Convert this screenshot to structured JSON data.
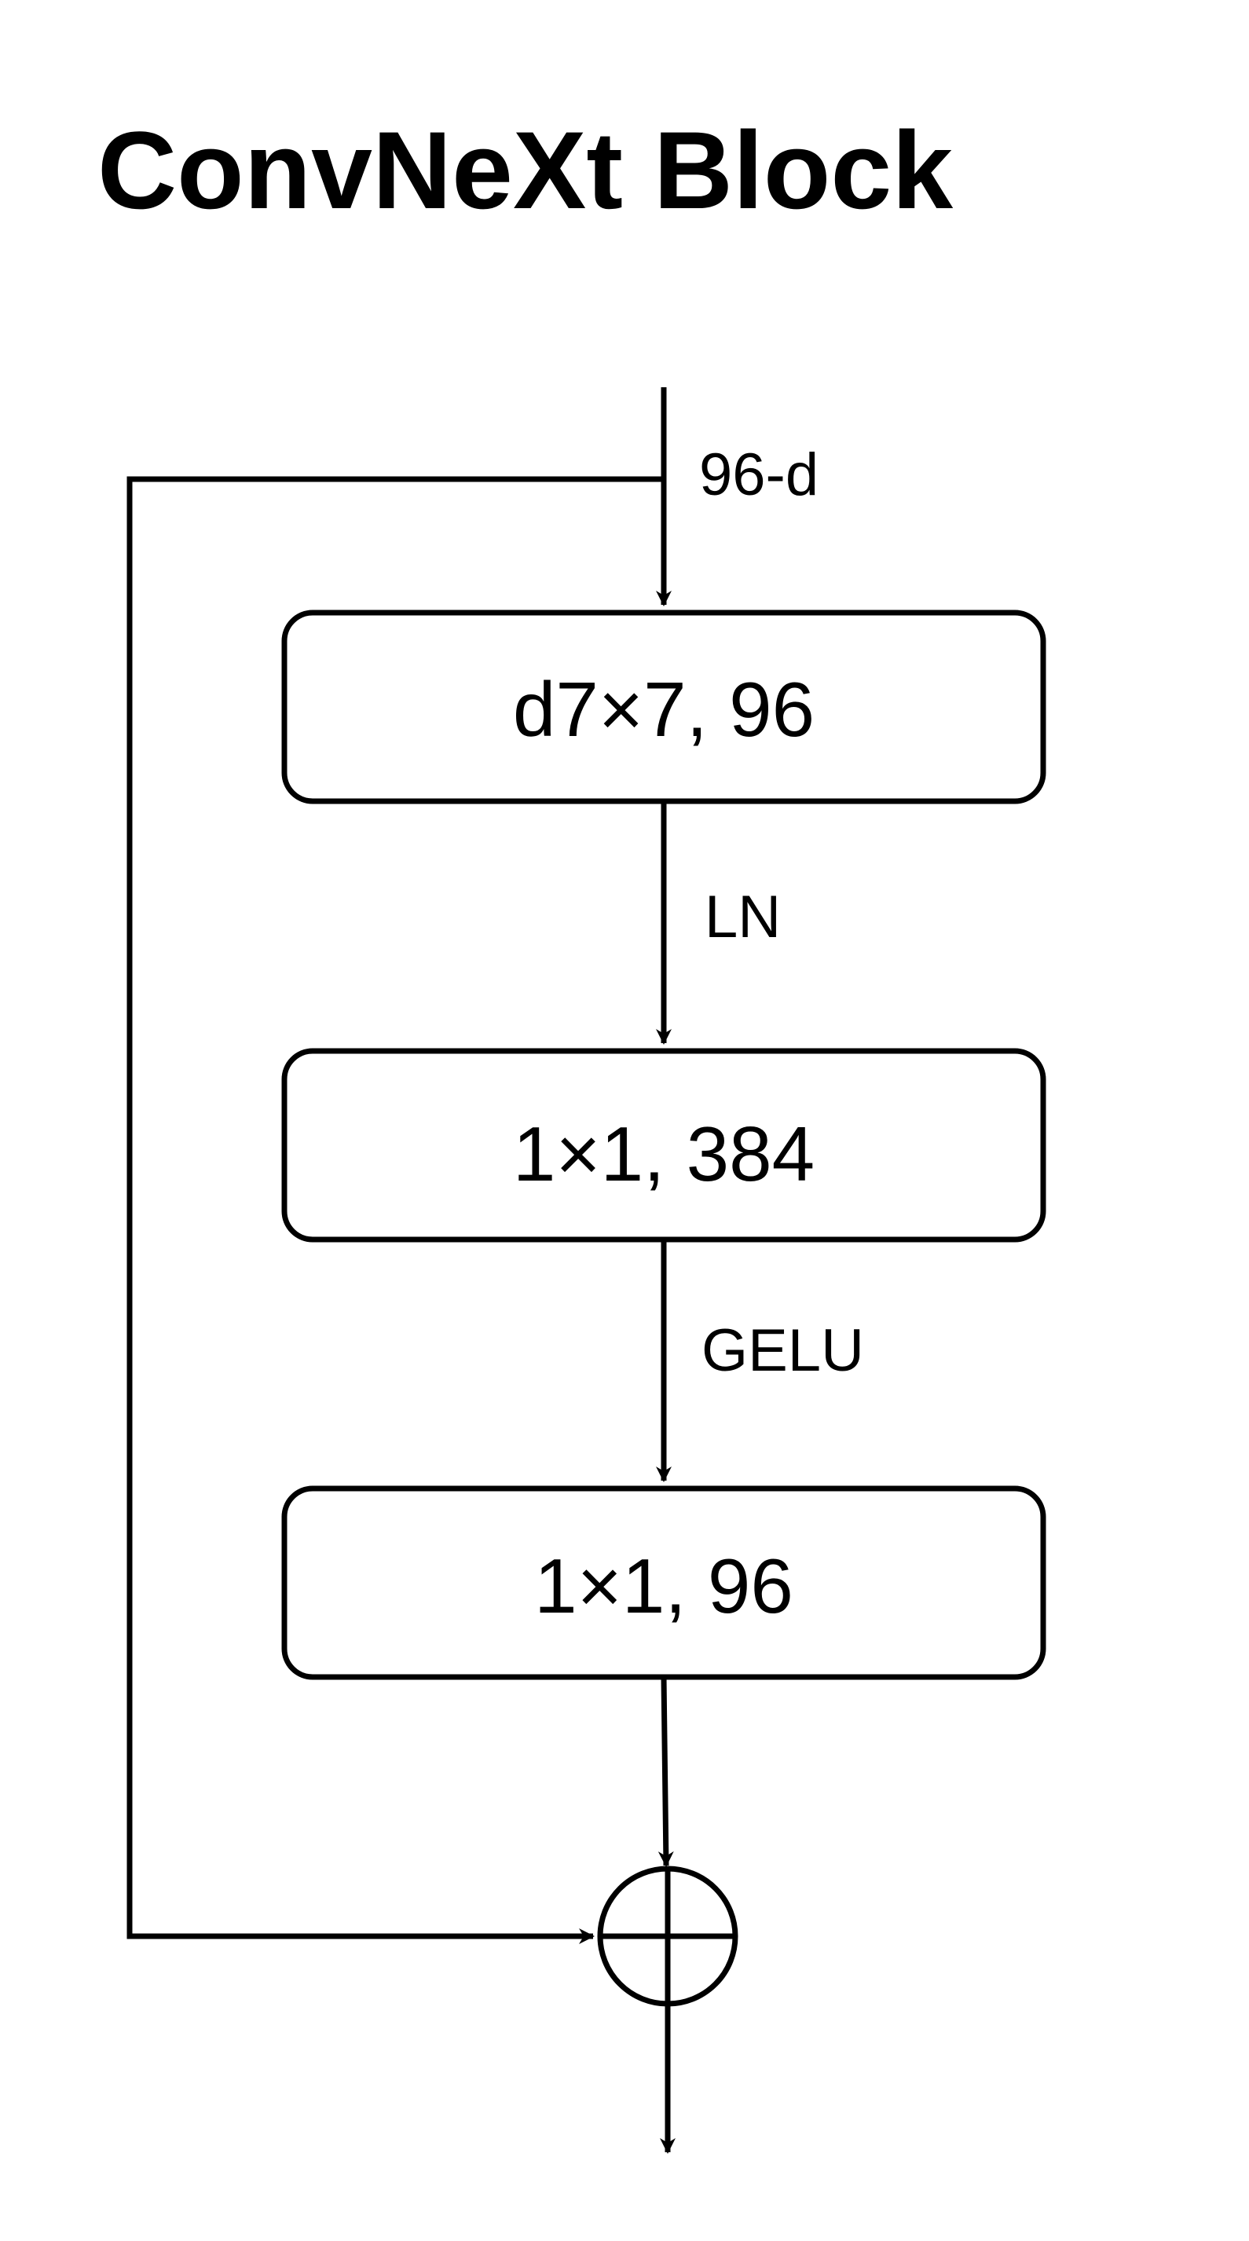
{
  "title": "ConvNeXt Block",
  "input_label": "96-d",
  "blocks": [
    {
      "label": "d7×7, 96"
    },
    {
      "label": "1×1, 384"
    },
    {
      "label": "1×1, 96"
    }
  ],
  "edge_labels": {
    "after_block_1": "LN",
    "after_block_2": "GELU"
  },
  "colors": {
    "stroke": "#000000",
    "fill": "#ffffff",
    "background": "#ffffff"
  }
}
